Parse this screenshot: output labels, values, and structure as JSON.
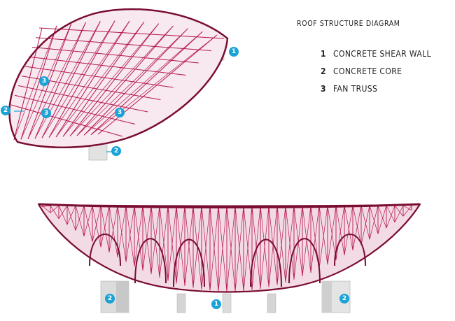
{
  "title": "ROOF STRUCTURE DIAGRAM",
  "legend": [
    {
      "num": "1",
      "label": "CONCRETE SHEAR WALL"
    },
    {
      "num": "2",
      "label": "CONCRETE CORE"
    },
    {
      "num": "3",
      "label": "FAN TRUSS"
    }
  ],
  "callouts": {
    "top_wall": "1",
    "top_core_bottom": "2",
    "top_core_left": "2",
    "truss_a": "3",
    "truss_b": "3",
    "truss_c": "3",
    "bottom_core_left": "2",
    "bottom_wall_center": "1",
    "bottom_core_right": "2"
  },
  "colors": {
    "truss": "#b5164f",
    "truss_dark": "#7a0d33",
    "callout": "#1aa3d6",
    "concrete": "#d9d9d9"
  }
}
